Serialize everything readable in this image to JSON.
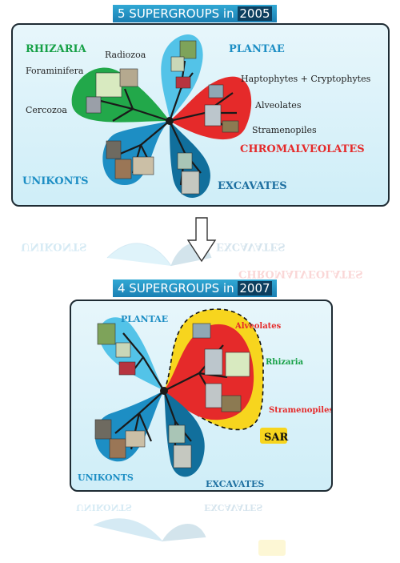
{
  "banner_top": {
    "text": "5 SUPERGROUPS in ",
    "year": "2005"
  },
  "banner_bottom": {
    "text": "4 SUPERGROUPS in ",
    "year": "2007"
  },
  "top": {
    "rhizaria": "RHIZARIA",
    "radiozoa": "Radiozoa",
    "foraminifera": "Foraminifera",
    "cercozoa": "Cercozoa",
    "plantae": "PLANTAE",
    "haptophytes": "Haptophytes + Cryptophytes",
    "alveolates": "Alveolates",
    "stramenopiles": "Stramenopiles",
    "chromalveolates": "CHROMALVEOLATES",
    "unikonts": "UNIKONTS",
    "excavates": "EXCAVATES"
  },
  "bottom": {
    "plantae": "PLANTAE",
    "alveolates": "Alveolates",
    "rhizaria": "Rhizaria",
    "stramenopiles": "Stramenopiles",
    "sar": "SAR",
    "unikonts": "UNIKONTS",
    "excavates": "EXCAVATES"
  },
  "colors": {
    "blue_light": "#53c3e8",
    "blue_dark": "#1d8ec4",
    "blue_navy": "#116f9c",
    "green": "#22a84a",
    "red": "#e52a2a",
    "yellow": "#f7d51e",
    "label_blue": "#1d8ec4",
    "label_green": "#16a046",
    "label_red": "#e52a2a"
  }
}
